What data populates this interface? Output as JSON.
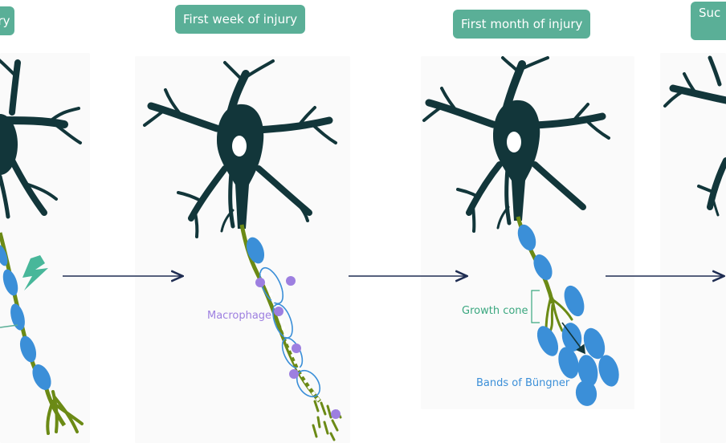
{
  "stages": [
    {
      "label": "ury"
    },
    {
      "label": "First week of injury"
    },
    {
      "label": "First month of injury"
    },
    {
      "label": "Suc"
    }
  ],
  "annotations": {
    "macrophage": "Macrophage",
    "growth_cone": "Growth cone",
    "bands_of_bungner": "Bands of Büngner"
  },
  "colors": {
    "label_bg": "#5aaf97",
    "neuron": "#12363a",
    "myelin": "#3b8fd8",
    "axon": "#6b8a15",
    "macrophage": "#9d7fe0",
    "growth_cone_label": "#3aa77f",
    "bands_label": "#3b8fd8",
    "arrow": "#1f2d52",
    "lightning": "#48b79a"
  }
}
